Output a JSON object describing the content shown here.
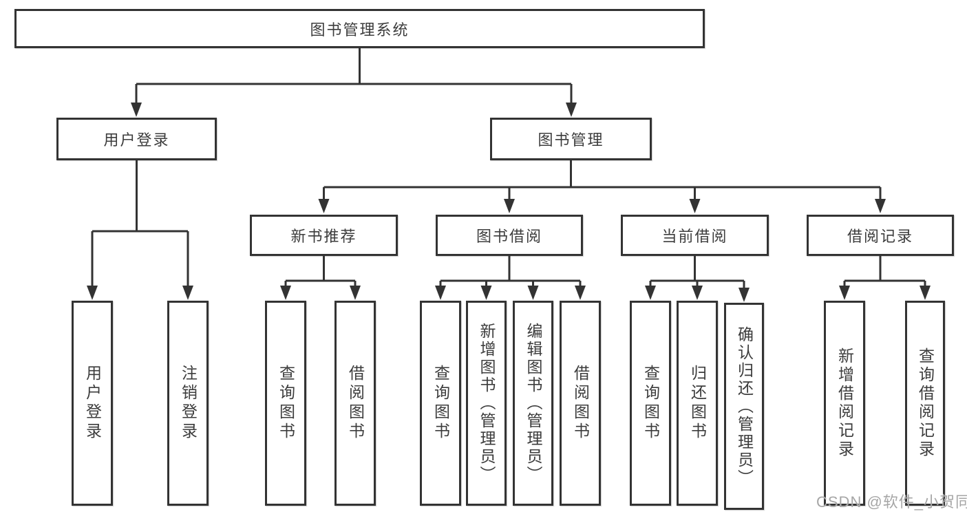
{
  "tree": {
    "label": "图书管理系统",
    "children": [
      {
        "label": "用户登录",
        "children": [
          {
            "label": "用户登录"
          },
          {
            "label": "注销登录"
          }
        ]
      },
      {
        "label": "图书管理",
        "children": [
          {
            "label": "新书推荐",
            "children": [
              {
                "label": "查询图书"
              },
              {
                "label": "借阅图书"
              }
            ]
          },
          {
            "label": "图书借阅",
            "children": [
              {
                "label": "查询图书"
              },
              {
                "label": "新增图书（管理员）"
              },
              {
                "label": "编辑图书（管理员）"
              },
              {
                "label": "借阅图书"
              }
            ]
          },
          {
            "label": "当前借阅",
            "children": [
              {
                "label": "查询图书"
              },
              {
                "label": "归还图书"
              },
              {
                "label": "确认归还（管理员）"
              }
            ]
          },
          {
            "label": "借阅记录",
            "children": [
              {
                "label": "新增借阅记录"
              },
              {
                "label": "查询借阅记录"
              }
            ]
          }
        ]
      }
    ]
  },
  "watermark": {
    "text": "CSDN @软件_小贺同学"
  },
  "colors": {
    "line": "#333333",
    "box_border": "#333333",
    "text": "#3c3c3c",
    "background": "#ffffff",
    "watermark": "#a6a6a6"
  }
}
